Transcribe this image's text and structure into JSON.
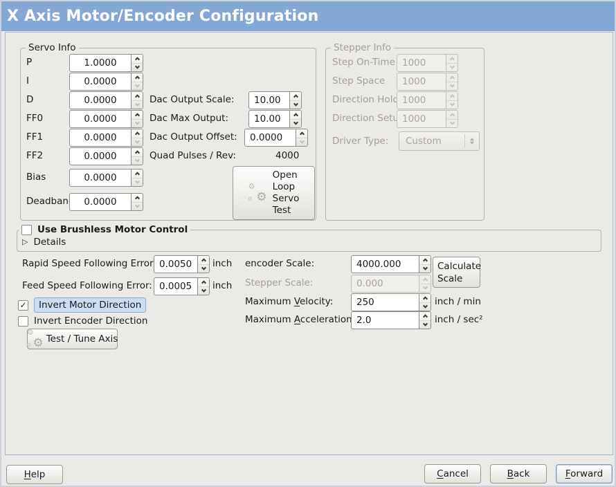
{
  "colors": {
    "titlebar": "#83a8d6",
    "content_border": "#a3b6d3",
    "focus_bg": "#cbdcf3"
  },
  "window": {
    "title": "X Axis Motor/Encoder Configuration"
  },
  "servo_info": {
    "title": "Servo Info",
    "rows": [
      {
        "label": "P",
        "value": "1.0000"
      },
      {
        "label": "I",
        "value": "0.0000"
      },
      {
        "label": "D",
        "value": "0.0000"
      },
      {
        "label": "FF0",
        "value": "0.0000"
      },
      {
        "label": "FF1",
        "value": "0.0000"
      },
      {
        "label": "FF2",
        "value": "0.0000"
      },
      {
        "label": "Bias",
        "value": "0.0000"
      },
      {
        "label": "Deadband",
        "value": "0.0000"
      }
    ],
    "dac_scale": {
      "label": "Dac Output Scale:",
      "value": "10.00"
    },
    "dac_max": {
      "label": "Dac Max Output:",
      "value": "10.00"
    },
    "dac_offset": {
      "label": "Dac Output Offset:",
      "value": "0.0000"
    },
    "quad": {
      "label": "Quad Pulses / Rev:",
      "value": "4000"
    },
    "open_loop": [
      "Open",
      "Loop",
      "Servo",
      "Test"
    ]
  },
  "stepper_info": {
    "title": "Stepper Info",
    "rows": [
      {
        "label": "Step On-Time",
        "value": "1000"
      },
      {
        "label": "Step Space",
        "value": "1000"
      },
      {
        "label": "Direction Hold",
        "value": "1000"
      },
      {
        "label": "Direction Setup",
        "value": "1000"
      }
    ],
    "driver": {
      "label": "Driver Type:",
      "value": "Custom"
    }
  },
  "brushless": {
    "label": "Use Brushless Motor Control",
    "details": "Details"
  },
  "errors": {
    "rapid": {
      "label": "Rapid Speed Following Error:",
      "value": "0.0050",
      "unit": "inch"
    },
    "feed": {
      "label": "Feed Speed Following Error:",
      "value": "0.0005",
      "unit": "inch"
    }
  },
  "scales": {
    "encoder": {
      "label": "encoder Scale:",
      "value": "4000.000"
    },
    "stepper": {
      "label": "Stepper Scale:",
      "value": "0.000"
    },
    "calc": [
      "Calculate",
      "Scale"
    ],
    "velocity": {
      "pre": "Maximum ",
      "mn": "V",
      "post": "elocity:",
      "value": "250",
      "unit": "inch / min"
    },
    "accel": {
      "pre": "Maximum ",
      "mn": "A",
      "post": "cceleration:",
      "value": "2.0",
      "unit": "inch / sec²"
    }
  },
  "toggles": {
    "invert_motor": "Invert Motor Direction",
    "invert_encoder": "Invert Encoder Direction"
  },
  "test_tune": "Test / Tune Axis",
  "footer": {
    "help": {
      "mn": "H",
      "rest": "elp"
    },
    "cancel": {
      "mn": "C",
      "rest": "ancel"
    },
    "back": {
      "mn": "B",
      "rest": "ack"
    },
    "forward": {
      "mn": "F",
      "rest": "orward"
    }
  }
}
